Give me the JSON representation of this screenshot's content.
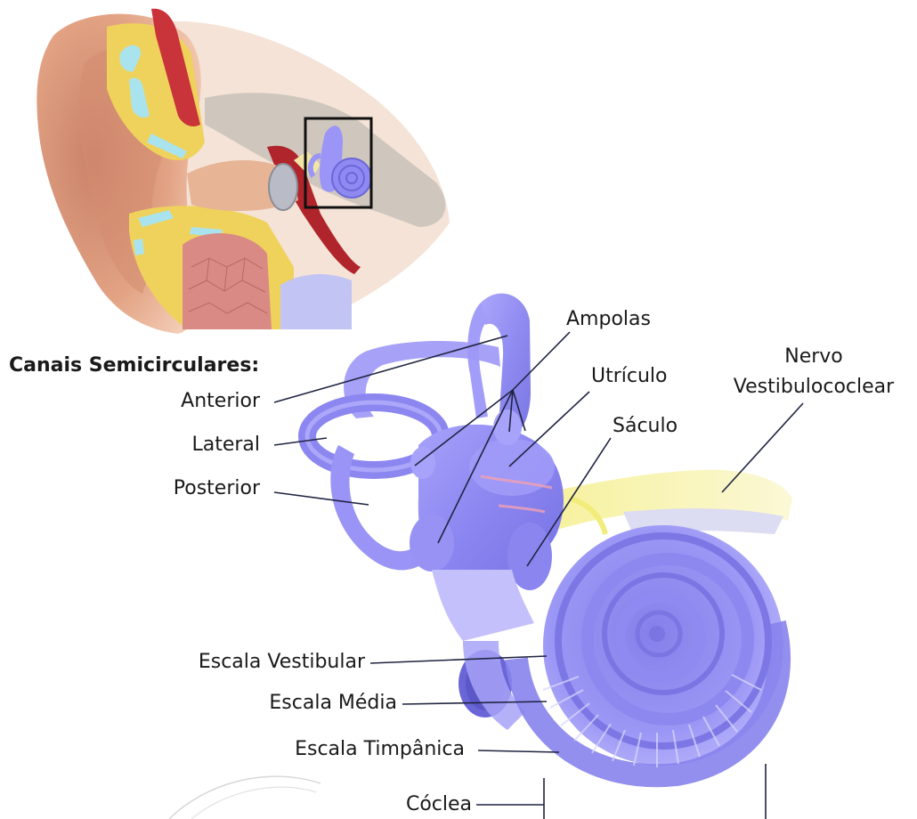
{
  "heading": "Canais Semicirculares:",
  "labels": {
    "anterior": "Anterior",
    "lateral": "Lateral",
    "posterior": "Posterior",
    "ampolas": "Ampolas",
    "utriculo": "Utrículo",
    "saculo": "Sáculo",
    "nervo_line1": "Nervo",
    "nervo_line2": "Vestibulococlear",
    "escala_vestibular": "Escala Vestibular",
    "escala_media": "Escala Média",
    "escala_timpanica": "Escala Timpânica",
    "coclea": "Cóclea"
  },
  "colors": {
    "labyrinth": "#8b86f2",
    "labyrinth_light": "#b5b1fb",
    "nerve": "#f2ec7a",
    "skin": "#e3a07c",
    "bone": "#f0d860",
    "leader": "#1f2440"
  }
}
